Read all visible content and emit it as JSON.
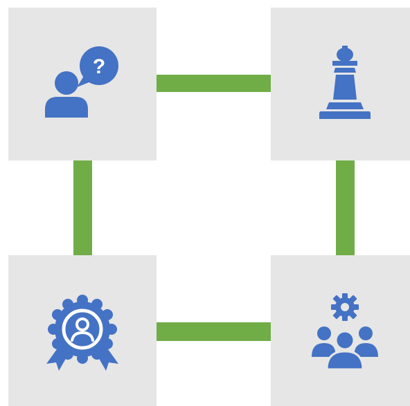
{
  "colors": {
    "background": "#ffffff",
    "tile": "#e6e6e6",
    "connector": "#70ad47",
    "icon": "#4472c4"
  },
  "tiles": [
    {
      "position": "top-left",
      "icon": "person-question-icon"
    },
    {
      "position": "top-right",
      "icon": "chess-piece-icon"
    },
    {
      "position": "bottom-left",
      "icon": "award-badge-icon"
    },
    {
      "position": "bottom-right",
      "icon": "team-gear-icon"
    }
  ],
  "connectors": [
    {
      "from": "top-left",
      "to": "top-right"
    },
    {
      "from": "top-left",
      "to": "bottom-left"
    },
    {
      "from": "top-right",
      "to": "bottom-right"
    },
    {
      "from": "bottom-left",
      "to": "bottom-right"
    }
  ]
}
